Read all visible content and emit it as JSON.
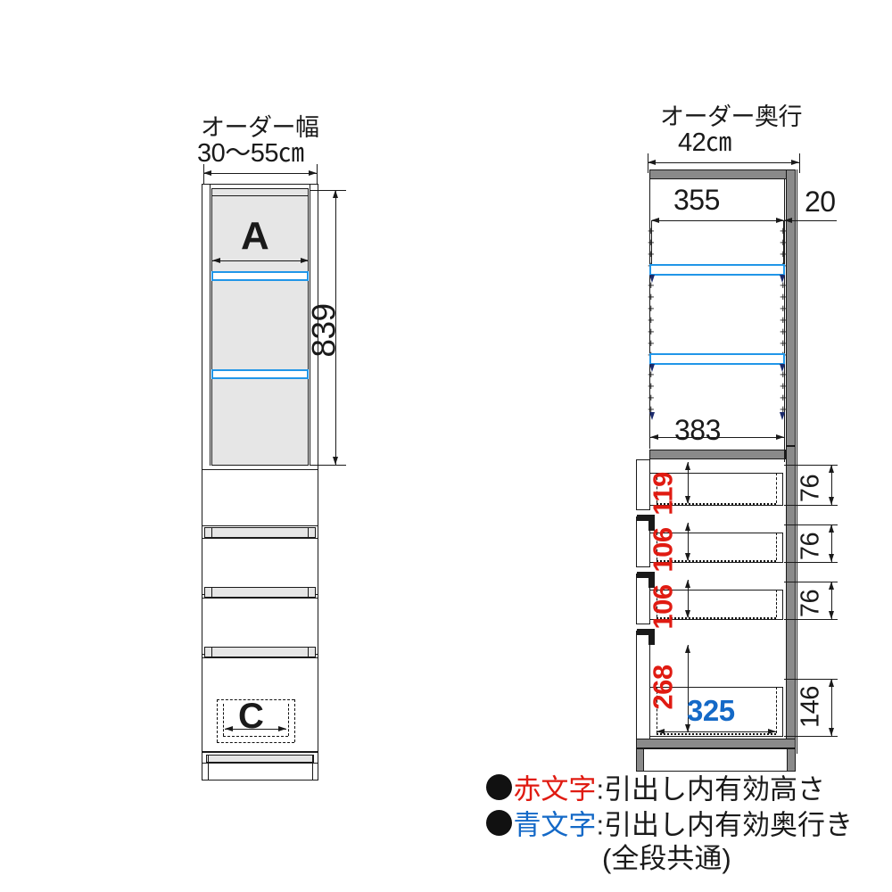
{
  "drawing": {
    "type": "furniture-dimension-diagram",
    "units": "mm (unless noted)",
    "views": [
      {
        "id": "front-view",
        "title_line1": "オーダー幅",
        "title_line2": "30〜55㎝",
        "labels": {
          "upper_cabinet_width": "A",
          "bottom_drawer_width": "C",
          "upper_cabinet_height": "839"
        }
      },
      {
        "id": "side-section-view",
        "title_line1": "オーダー奥行",
        "title_line2": "42㎝",
        "labels": {
          "inner_depth": "355",
          "back_panel": "20",
          "shelf_depth": "383",
          "drawer1_height": "119",
          "drawer2_height": "106",
          "drawer3_height": "106",
          "drawer4_height": "268",
          "drawer_inner_depth": "325",
          "gap1": "76",
          "gap2": "76",
          "gap3": "76",
          "gap4": "146"
        }
      }
    ]
  },
  "legend": {
    "row1": {
      "bullet": "●",
      "key": "赤文字",
      "sep": ":",
      "text": "引出し内有効高さ",
      "color": "#e01b12"
    },
    "row2": {
      "bullet": "●",
      "key": "青文字",
      "sep": ":",
      "text": "引出し内有効奥行き",
      "sub": "(全段共通)",
      "color": "#1469c7"
    }
  },
  "colors": {
    "red_text": "#e01b12",
    "blue_text": "#1469c7",
    "shelf_blue": "#2196e8",
    "line": "#1a1a1a",
    "panel_gray": "#e6e6e6",
    "panel_dark": "#8a8a8a",
    "background": "#ffffff"
  }
}
